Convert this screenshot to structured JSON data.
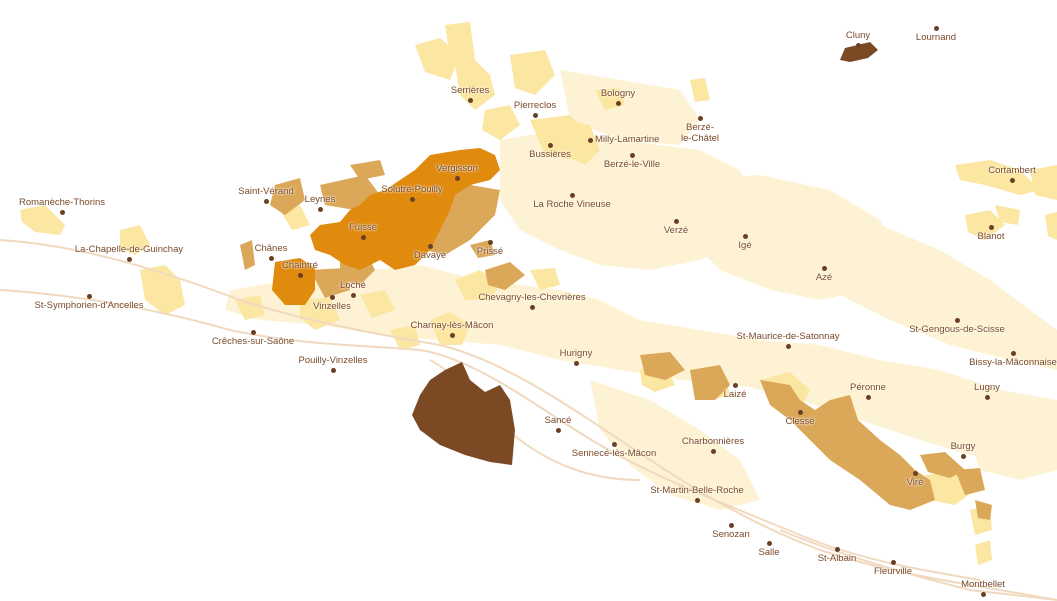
{
  "colors": {
    "background": "#ffffff",
    "region_light": "#fdf3d4",
    "region_yellow": "#fbe6a2",
    "cru_tan": "#dba85a",
    "cru_orange": "#e08a0e",
    "cru_brown": "#7b4a24",
    "road": "#f0d9bf",
    "label": "#7a4a2a",
    "dot": "#6b3f25"
  },
  "towns": [
    {
      "name": "Cluny",
      "icon": "town-dot-icon"
    },
    {
      "name": "Lournand",
      "icon": "town-dot-icon"
    },
    {
      "name": "Serrières",
      "icon": "town-dot-icon"
    },
    {
      "name": "Pierreclos",
      "icon": "town-dot-icon"
    },
    {
      "name": "Bologny",
      "icon": "town-dot-icon"
    },
    {
      "name": "Milly-Lamartine",
      "icon": "town-dot-icon"
    },
    {
      "name": "Berzé-\nle-Châtel",
      "icon": "town-dot-icon"
    },
    {
      "name": "Bussières",
      "icon": "town-dot-icon"
    },
    {
      "name": "Berzé-le-Ville",
      "icon": "town-dot-icon"
    },
    {
      "name": "Vergisson",
      "icon": "town-dot-icon"
    },
    {
      "name": "Solutré-Pouilly",
      "icon": "town-dot-icon"
    },
    {
      "name": "Saint-Vérand",
      "icon": "town-dot-icon"
    },
    {
      "name": "Leynes",
      "icon": "town-dot-icon"
    },
    {
      "name": "Fuissé",
      "icon": "town-dot-icon"
    },
    {
      "name": "Romanèche-Thorins",
      "icon": "town-dot-icon"
    },
    {
      "name": "La Roche Vineuse",
      "icon": "town-dot-icon"
    },
    {
      "name": "Cortambert",
      "icon": "town-dot-icon"
    },
    {
      "name": "Verzé",
      "icon": "town-dot-icon"
    },
    {
      "name": "Blanot",
      "icon": "town-dot-icon"
    },
    {
      "name": "Davayé",
      "icon": "town-dot-icon"
    },
    {
      "name": "Prissé",
      "icon": "town-dot-icon"
    },
    {
      "name": "Igé",
      "icon": "town-dot-icon"
    },
    {
      "name": "La-Chapelle-de-Guinchay",
      "icon": "town-dot-icon"
    },
    {
      "name": "Chânes",
      "icon": "town-dot-icon"
    },
    {
      "name": "Chaintré",
      "icon": "town-dot-icon"
    },
    {
      "name": "Azé",
      "icon": "town-dot-icon"
    },
    {
      "name": "Loché",
      "icon": "town-dot-icon"
    },
    {
      "name": "Vinzelles",
      "icon": "town-dot-icon"
    },
    {
      "name": "St-Symphorien-d'Ancelles",
      "icon": "town-dot-icon"
    },
    {
      "name": "Chevagny-les-Chevrières",
      "icon": "town-dot-icon"
    },
    {
      "name": "St-Gengous-de-Scisse",
      "icon": "town-dot-icon"
    },
    {
      "name": "Charnay-lès-Mâcon",
      "icon": "town-dot-icon"
    },
    {
      "name": "Crêches-sur-Saône",
      "icon": "town-dot-icon"
    },
    {
      "name": "St-Maurice-de-Satonnay",
      "icon": "town-dot-icon"
    },
    {
      "name": "Bissy-la-Mâconnaise",
      "icon": "town-dot-icon"
    },
    {
      "name": "Hurigny",
      "icon": "town-dot-icon"
    },
    {
      "name": "Pouilly-Vinzelles",
      "icon": "town-dot-icon"
    },
    {
      "name": "Lugny",
      "icon": "town-dot-icon"
    },
    {
      "name": "Péronne",
      "icon": "town-dot-icon"
    },
    {
      "name": "Laizé",
      "icon": "town-dot-icon"
    },
    {
      "name": "Clessé",
      "icon": "town-dot-icon"
    },
    {
      "name": "Sancé",
      "icon": "town-dot-icon"
    },
    {
      "name": "Charbonnières",
      "icon": "town-dot-icon"
    },
    {
      "name": "Sennecé-lès-Mâcon",
      "icon": "town-dot-icon"
    },
    {
      "name": "Burgy",
      "icon": "town-dot-icon"
    },
    {
      "name": "Viré",
      "icon": "town-dot-icon"
    },
    {
      "name": "St-Martin-Belle-Roche",
      "icon": "town-dot-icon"
    },
    {
      "name": "Senozan",
      "icon": "town-dot-icon"
    },
    {
      "name": "Salle",
      "icon": "town-dot-icon"
    },
    {
      "name": "St-Albain",
      "icon": "town-dot-icon"
    },
    {
      "name": "Fleurville",
      "icon": "town-dot-icon"
    },
    {
      "name": "Montbellet",
      "icon": "town-dot-icon"
    }
  ]
}
